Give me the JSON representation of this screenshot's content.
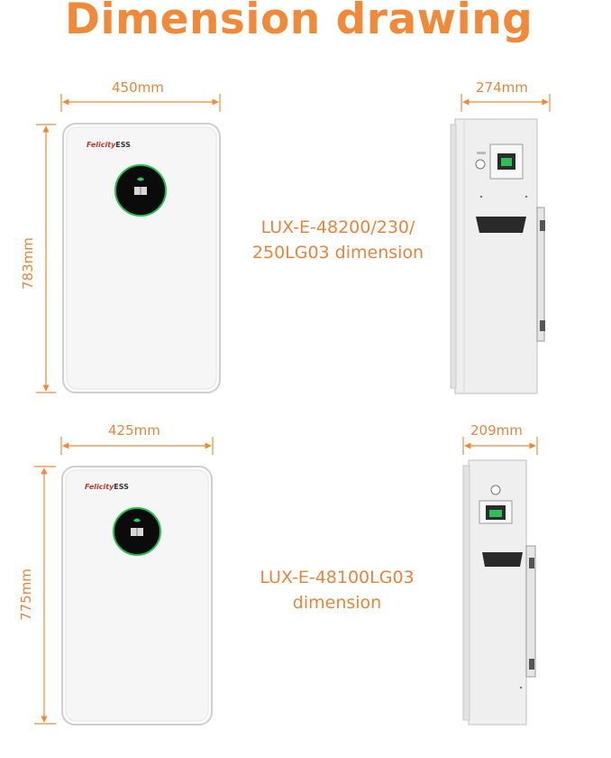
{
  "title": "Dimension drawing",
  "colors": {
    "accent": "#f08a3a",
    "panel": "#f3f3f3",
    "screen": "#0b0b0b",
    "led": "#25d05a"
  },
  "top": {
    "width_label": "450mm",
    "height_label": "783mm",
    "depth_label": "274mm",
    "caption_line1": "LUX-E-48200/230/",
    "caption_line2": "250LG03 dimension"
  },
  "bottom": {
    "width_label": "425mm",
    "height_label": "775mm",
    "depth_label": "209mm",
    "caption_line1": "LUX-E-48100LG03",
    "caption_line2": "dimension"
  },
  "logo": {
    "brand": "Felicity",
    "suffix": "ESS"
  }
}
